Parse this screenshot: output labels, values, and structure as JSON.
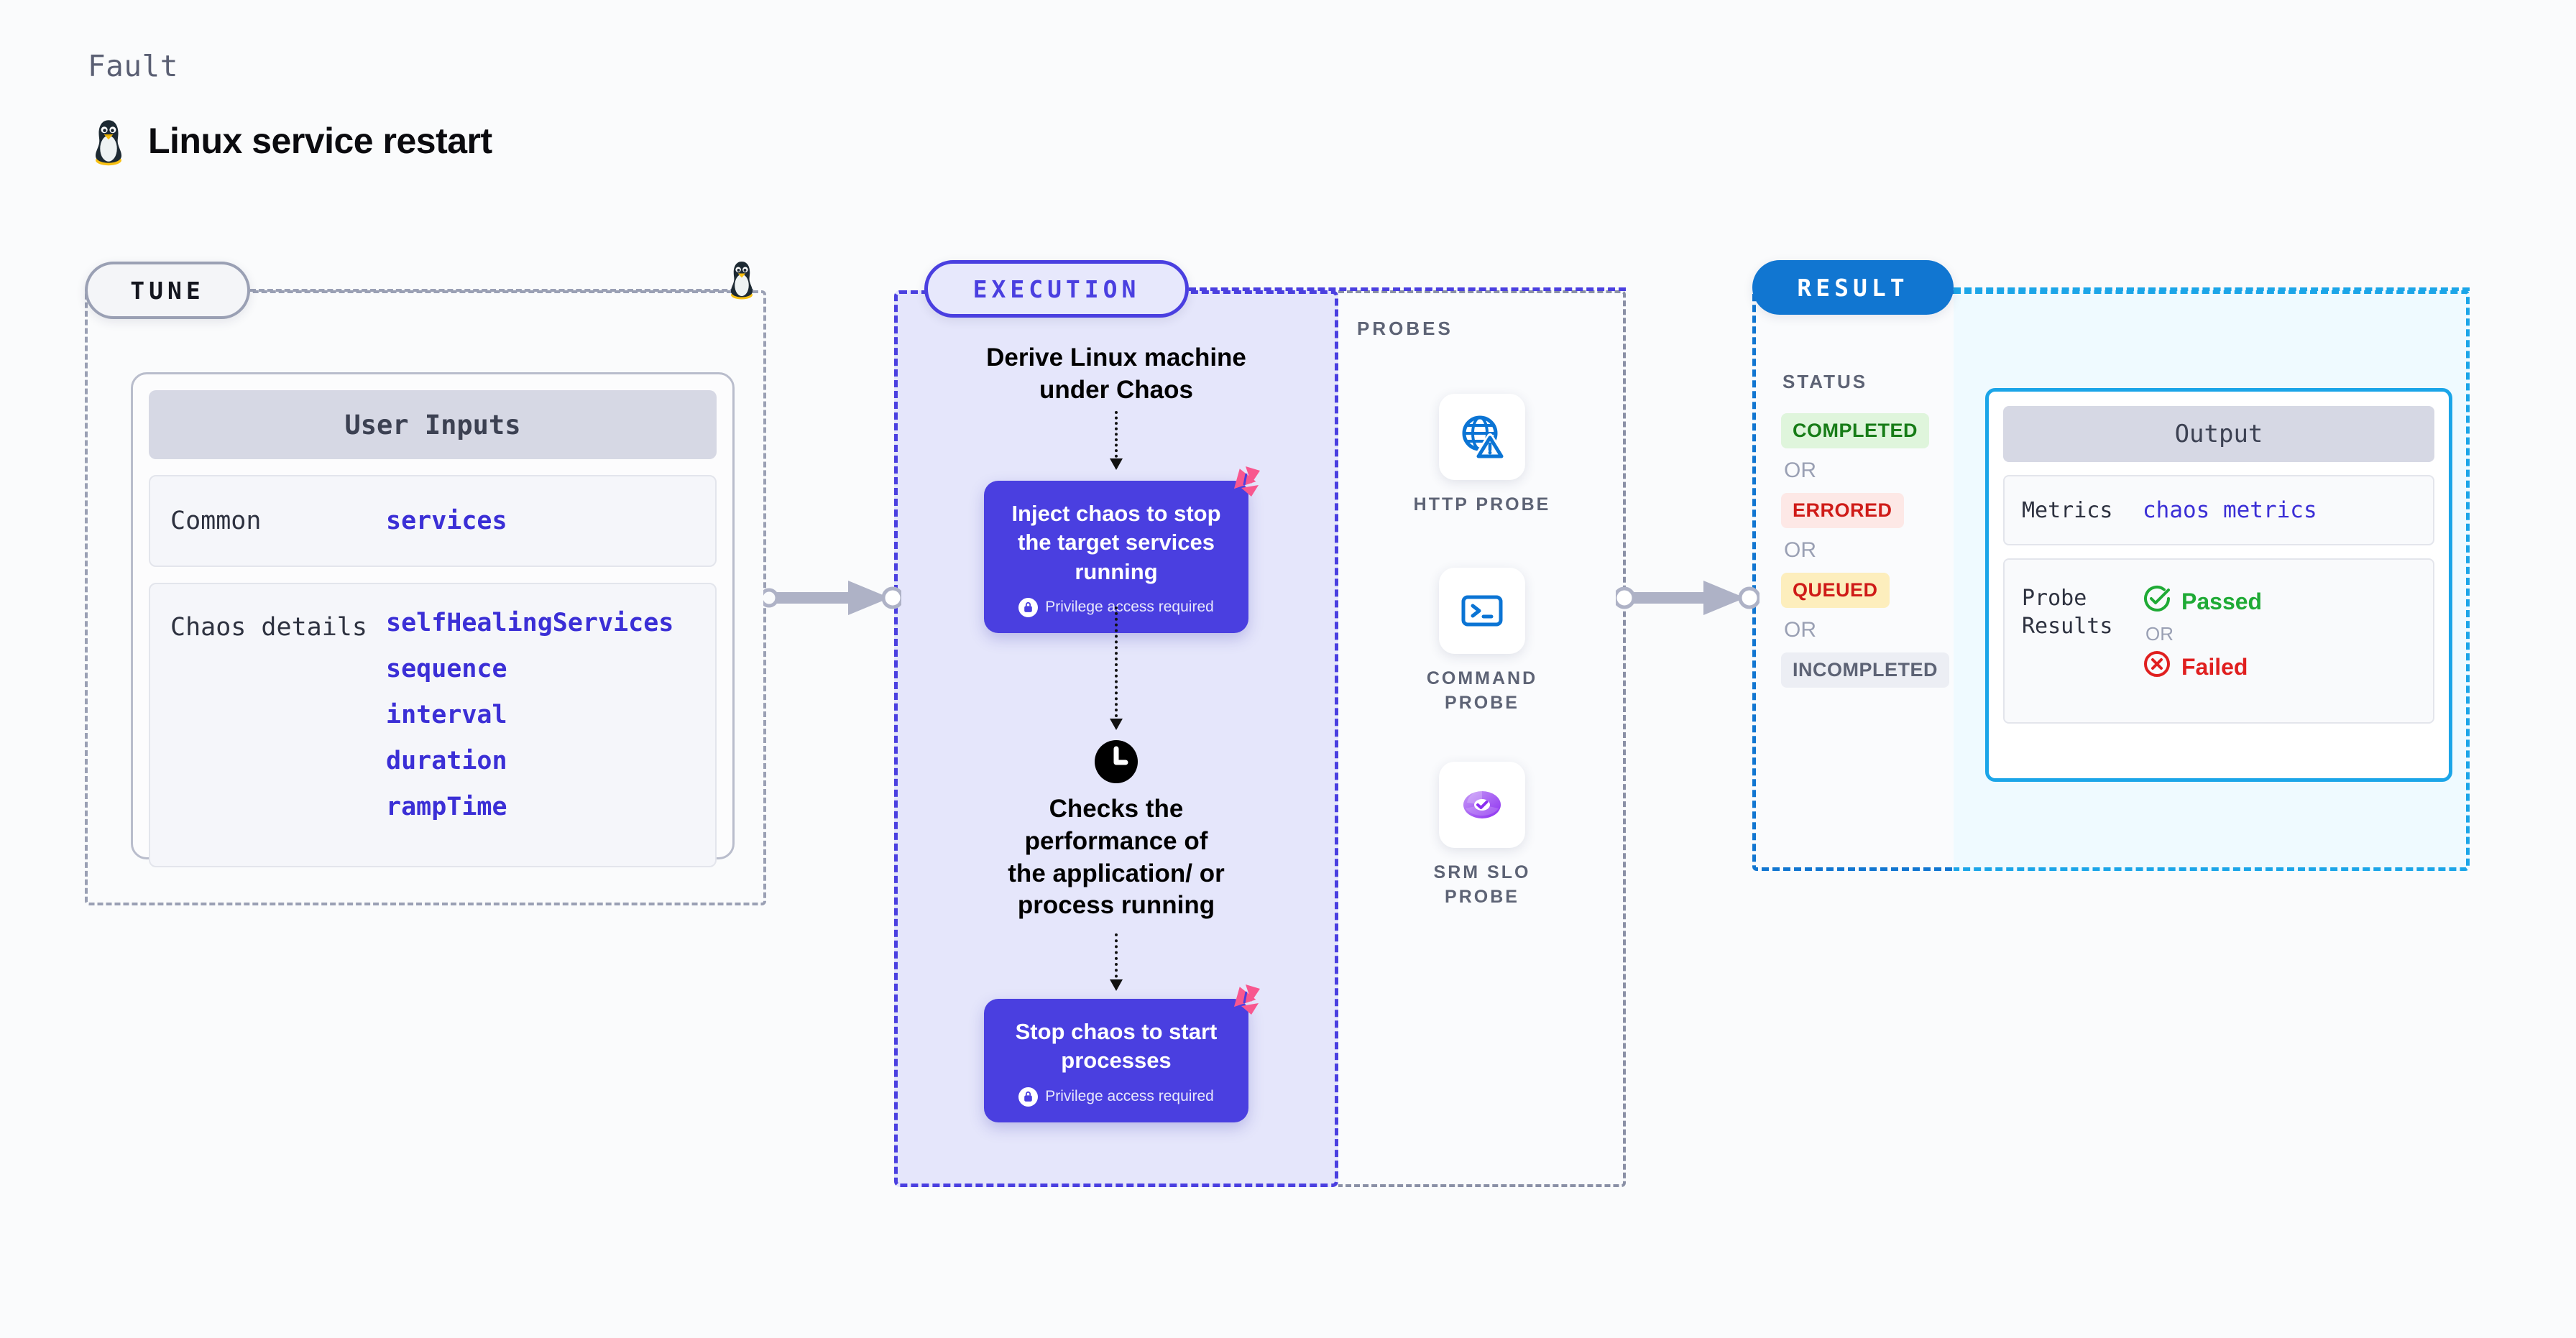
{
  "header": {
    "eyebrow": "Fault",
    "title": "Linux service restart",
    "icon": "linux-tux-penguin-icon"
  },
  "tune": {
    "pill_label": "TUNE",
    "boundary_icon": "linux-tux-penguin-icon",
    "card": {
      "title": "User Inputs",
      "rows": [
        {
          "key": "Common",
          "values": [
            "services"
          ]
        },
        {
          "key": "Chaos details",
          "values": [
            "selfHealingServices",
            "sequence",
            "interval",
            "duration",
            "rampTime"
          ]
        }
      ]
    }
  },
  "execution": {
    "pill_label": "EXECUTION",
    "steps": [
      {
        "type": "text",
        "label": "Derive Linux machine\nunder Chaos"
      },
      {
        "type": "chaos-node",
        "label": "Inject chaos to stop the target services running",
        "privilege_note": "Privilege access required",
        "privilege_icon": "lock-icon",
        "badge_icon": "litmus-chaos-icon"
      },
      {
        "type": "icon",
        "icon": "clock-icon"
      },
      {
        "type": "text",
        "label": "Checks the\nperformance of\nthe application/ or\nprocess running"
      },
      {
        "type": "chaos-node",
        "label": "Stop chaos to start processes",
        "privilege_note": "Privilege access required",
        "privilege_icon": "lock-icon",
        "badge_icon": "litmus-chaos-icon"
      }
    ]
  },
  "probes": {
    "label": "PROBES",
    "items": [
      {
        "name": "HTTP PROBE",
        "icon": "globe-warning-icon"
      },
      {
        "name": "COMMAND PROBE",
        "icon": "terminal-prompt-icon"
      },
      {
        "name": "SRM SLO PROBE",
        "icon": "slo-donut-check-icon"
      }
    ]
  },
  "result": {
    "pill_label": "RESULT",
    "status_label": "STATUS",
    "or_label": "OR",
    "statuses": [
      {
        "label": "COMPLETED",
        "bg": "#dff5dc",
        "fg": "#177c17"
      },
      {
        "label": "ERRORED",
        "bg": "#fde8e6",
        "fg": "#cf1b18"
      },
      {
        "label": "QUEUED",
        "bg": "#fdeebd",
        "fg": "#cf1b18"
      },
      {
        "label": "INCOMPLETED",
        "bg": "#eceef4",
        "fg": "#5d6375"
      }
    ],
    "output": {
      "title": "Output",
      "metrics_key": "Metrics",
      "metrics_value": "chaos metrics",
      "probe_key": "Probe Results",
      "or_label": "OR",
      "passed": {
        "label": "Passed",
        "icon": "check-circle-icon",
        "color": "#1faa35"
      },
      "failed": {
        "label": "Failed",
        "icon": "x-circle-icon",
        "color": "#e01f1f"
      }
    }
  },
  "connectors": [
    {
      "name": "tune-to-execution-arrow"
    },
    {
      "name": "probes-to-result-arrow"
    }
  ],
  "colors": {
    "accent_purple": "#4a3fe0",
    "accent_blue": "#1176d1",
    "accent_cyan": "#1ba5e8",
    "value_blue": "#3b2fd6",
    "muted": "#9aa0b4",
    "litmus_pink": "#f8578f"
  }
}
